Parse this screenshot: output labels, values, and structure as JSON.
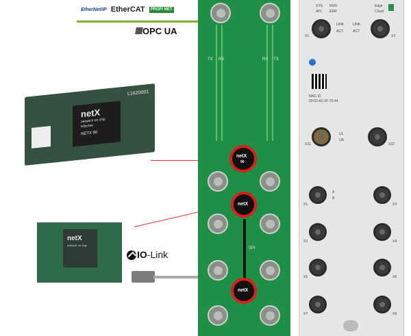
{
  "logos": {
    "ethernetip": "EtherNet/IP",
    "ethercat": "EtherCAT",
    "profinet": "PROFI NET",
    "opcua": "OPC UA",
    "iolink_prefix": "IO",
    "iolink_suffix": "-Link"
  },
  "module": {
    "brand": "netX",
    "subtitle": "networX on chip",
    "maker": "Hilscher",
    "model": "NETX 90",
    "code": "L1620001"
  },
  "board": {
    "brand": "netX",
    "subtitle": "networX on chip"
  },
  "pcb": {
    "labels": [
      "TX",
      "RX",
      "RX",
      "TX",
      "SPI"
    ],
    "chips": [
      {
        "brand": "netX",
        "model": "90"
      },
      {
        "brand": "netX",
        "model": ""
      },
      {
        "brand": "netX",
        "model": ""
      }
    ]
  },
  "device": {
    "leds_left": [
      "SYS",
      "APL",
      "RUN",
      "ERR"
    ],
    "leds_right": [
      "Edge",
      "Cloud"
    ],
    "port_leds": [
      "LINK",
      "ACT",
      "LINK",
      "ACT"
    ],
    "ports_top": [
      "X1",
      "X2"
    ],
    "mac_label": "MAC ID",
    "mac_value": "00-02-A2-2F-75-44",
    "power_leds": [
      "UL",
      "UA"
    ],
    "power_ports": [
      "X21",
      "X22"
    ],
    "io_ports": [
      "X1",
      "X2",
      "X3",
      "X4",
      "X5",
      "X6",
      "X7",
      "X8"
    ],
    "io_leds": [
      "A",
      "B"
    ]
  },
  "colors": {
    "pcb": "#1f8f45",
    "highlight": "#e01b1b",
    "device": "#e4e6e8",
    "accent_line": "#7db33a"
  }
}
